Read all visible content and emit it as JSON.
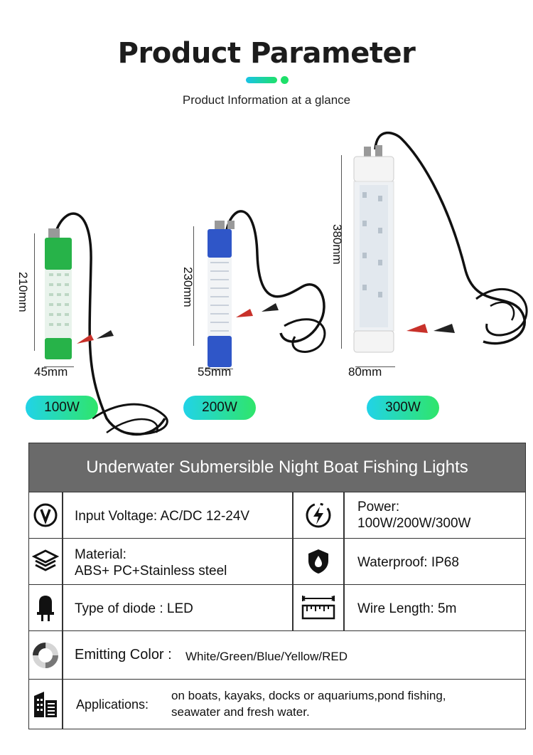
{
  "header": {
    "title": "Product Parameter",
    "subtitle": "Product Information at a glance",
    "accent_colors": [
      "#19c3e6",
      "#1ee06a"
    ]
  },
  "products": [
    {
      "height_label": "210mm",
      "width_label": "45mm",
      "power": "100W",
      "body_color": "#1fb548"
    },
    {
      "height_label": "230mm",
      "width_label": "55mm",
      "power": "200W",
      "body_color": "#2c56c4"
    },
    {
      "height_label": "380mm",
      "width_label": "80mm",
      "power": "300W",
      "body_color": "#f2f2f2"
    }
  ],
  "spec_table": {
    "title": "Underwater Submersible Night Boat Fishing Lights",
    "header_bg": "#6a6a6a",
    "voltage": {
      "icon": "voltage-icon",
      "text": "Input Voltage: AC/DC 12-24V"
    },
    "power": {
      "icon": "power-bolt-icon",
      "label": "Power:",
      "value": "100W/200W/300W"
    },
    "material": {
      "icon": "layers-icon",
      "label": "Material:",
      "value": "ABS+ PC+Stainless steel"
    },
    "waterproof": {
      "icon": "water-shield-icon",
      "text": "Waterproof: IP68"
    },
    "diode": {
      "icon": "led-diode-icon",
      "text": "Type of diode : LED"
    },
    "wire": {
      "icon": "ruler-icon",
      "text": "Wire Length: 5m"
    },
    "color": {
      "icon": "color-ring-icon",
      "label": "Emitting Color :",
      "value": "White/Green/Blue/Yellow/RED"
    },
    "applications": {
      "icon": "buildings-icon",
      "label": "Applications:",
      "line1": "on boats, kayaks, docks or aquariums,pond fishing,",
      "line2": "seawater and fresh water."
    }
  }
}
